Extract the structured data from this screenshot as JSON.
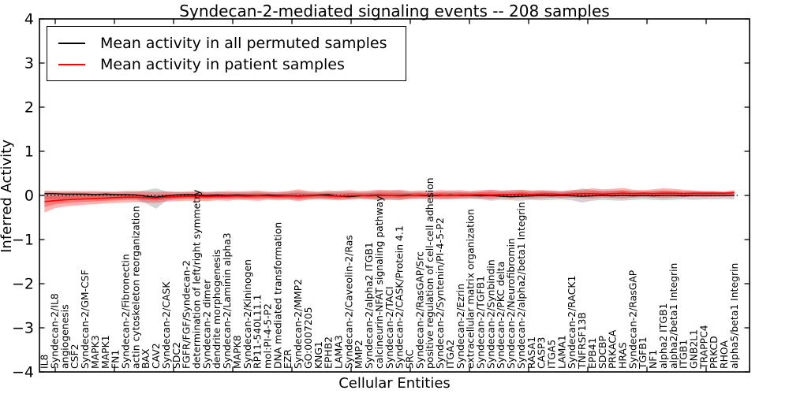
{
  "chart_data": {
    "type": "line",
    "title": "Syndecan-2-mediated signaling events -- 208 samples",
    "xlabel": "Cellular Entities",
    "ylabel": "Inferred Activity",
    "ylim": [
      -4,
      4
    ],
    "grid": false,
    "legend_position": "upper left",
    "yticks": [
      {
        "label": "4",
        "value": 4
      },
      {
        "label": "3",
        "value": 3
      },
      {
        "label": "2",
        "value": 2
      },
      {
        "label": "1",
        "value": 1
      },
      {
        "label": "0",
        "value": 0
      },
      {
        "label": "−1",
        "value": -1
      },
      {
        "label": "−2",
        "value": -2
      },
      {
        "label": "−3",
        "value": -3
      },
      {
        "label": "−4",
        "value": -4
      }
    ],
    "legend": [
      {
        "label": "Mean activity in all permuted samples",
        "color": "#000000"
      },
      {
        "label": "Mean activity in patient samples",
        "color": "#ff0000"
      }
    ],
    "categories": [
      "IL8",
      "Syndecan-2/IL8",
      "angiogenesis",
      "CSF2",
      "Syndecan-2/GM-CSF",
      "MAPK3",
      "MAPK1",
      "FN1",
      "Syndecan-2/Fibronectin",
      "actin cytoskeleton reorganization",
      "BAX",
      "CAV2",
      "Syndecan-2/CASK",
      "SDC2",
      "FGFR/FGF/Syndecan-2",
      "determination of left/right symmetry",
      "Syndecan-2 dimer",
      "dendrite morphogenesis",
      "Syndecan-2/Laminin alpha3",
      "MAPK8",
      "Syndecan-2/Kininogen",
      "RP11-540L11.1",
      "mol:PI-4-5-P2",
      "DNA mediated transformation",
      "EZR",
      "Syndecan-2/MMP2",
      "GO:0007205",
      "KNG1",
      "EPHB2",
      "LAMA3",
      "Syndecan-2/Caveolin-2/Ras",
      "MMP2",
      "Syndecan-2/alpha2 ITGB1",
      "calcineurin-NFAT signaling pathway",
      "Syndecan-2/TACI",
      "Syndecan-2/CASK/Protein 4.1",
      "SRC",
      "Syndecan-2/RasGAP/Src",
      "positive regulation of cell-cell adhesion",
      "Syndecan-2/Syntenin/PI-4-5-P2",
      "ITGA2",
      "Syndecan-2/Ezrin",
      "extracellular matrix organization",
      "Syndecan-2/TGFB1",
      "Syndecan-2/Synbindin",
      "Syndecan-2/PKC delta",
      "Syndecan-2/Neurofibromin",
      "Syndecan-2/alpha2/beta1 Integrin",
      "RASA1",
      "CASP3",
      "ITGA5",
      "LAMA1",
      "Syndecan-2/RACK1",
      "TNFRSF13B",
      "EPB41",
      "SDCBP",
      "PRKACA",
      "HRAS",
      "Syndecan-2/RasGAP",
      "TGFB1",
      "NF1",
      "alpha2 ITGB1",
      "alpha2/beta1 Integrin",
      "ITGB1",
      "GNB2L1",
      "TRAPPC4",
      "PRKCD",
      "RHOA",
      "alpha5/beta1 Integrin"
    ],
    "series": [
      {
        "name": "Mean activity in all permuted samples",
        "color": "#000000",
        "values": [
          0.04,
          0.04,
          0.03,
          0.03,
          0.03,
          0.02,
          0.03,
          0.02,
          0.02,
          0.01,
          -0.02,
          -0.04,
          -0.01,
          0.01,
          0.02,
          0.01,
          0.0,
          0.01,
          0.0,
          0.01,
          0.0,
          0.0,
          0.01,
          0.0,
          0.0,
          -0.01,
          0.0,
          0.01,
          0.02,
          -0.02,
          -0.03,
          -0.01,
          0.0,
          0.01,
          0.0,
          0.0,
          0.01,
          0.0,
          -0.01,
          0.0,
          0.01,
          0.0,
          0.0,
          -0.01,
          0.0,
          -0.02,
          -0.03,
          -0.02,
          -0.01,
          0.0,
          -0.01,
          0.0,
          -0.01,
          -0.02,
          -0.01,
          0.0,
          -0.01,
          0.0,
          -0.01,
          0.0,
          -0.01,
          0.0,
          0.0,
          -0.01,
          0.0,
          0.0,
          0.0,
          0.0,
          0.0
        ]
      },
      {
        "name": "Mean activity in patient samples",
        "color": "#ff0000",
        "values": [
          -0.14,
          -0.12,
          -0.1,
          -0.09,
          -0.08,
          -0.07,
          -0.06,
          -0.05,
          -0.04,
          -0.04,
          -0.05,
          -0.06,
          -0.04,
          -0.03,
          -0.02,
          -0.02,
          -0.03,
          -0.02,
          -0.02,
          -0.01,
          -0.02,
          -0.01,
          -0.01,
          -0.02,
          -0.01,
          -0.02,
          -0.01,
          0.0,
          -0.01,
          -0.02,
          -0.01,
          0.0,
          -0.01,
          0.0,
          0.0,
          -0.01,
          0.0,
          0.01,
          0.0,
          0.01,
          0.0,
          0.01,
          0.01,
          0.02,
          0.01,
          0.02,
          0.02,
          0.03,
          0.02,
          0.03,
          0.03,
          0.02,
          0.03,
          0.04,
          0.04,
          0.03,
          0.04,
          0.05,
          0.04,
          0.05,
          0.04,
          0.05,
          0.05,
          0.04,
          0.05,
          0.05,
          0.05,
          0.05,
          0.06
        ]
      }
    ],
    "bands": [
      {
        "name": "permuted-range",
        "color": "rgba(125,125,125,0.35)",
        "upper": [
          0.08,
          0.08,
          0.07,
          0.08,
          0.07,
          0.07,
          0.08,
          0.07,
          0.08,
          0.08,
          0.12,
          0.16,
          0.09,
          0.08,
          0.07,
          0.08,
          0.07,
          0.08,
          0.07,
          0.08,
          0.07,
          0.08,
          0.07,
          0.07,
          0.08,
          0.1,
          0.08,
          0.07,
          0.08,
          0.09,
          0.08,
          0.07,
          0.08,
          0.11,
          0.1,
          0.11,
          0.08,
          0.08,
          0.07,
          0.08,
          0.09,
          0.08,
          0.08,
          0.09,
          0.12,
          0.1,
          0.11,
          0.12,
          0.1,
          0.11,
          0.1,
          0.09,
          0.11,
          0.16,
          0.12,
          0.1,
          0.11,
          0.12,
          0.1,
          0.09,
          0.1,
          0.11,
          0.1,
          0.09,
          0.1,
          0.09,
          0.09,
          0.08,
          0.09
        ],
        "lower": [
          -0.09,
          -0.09,
          -0.08,
          -0.08,
          -0.08,
          -0.07,
          -0.08,
          -0.07,
          -0.08,
          -0.09,
          -0.18,
          -0.3,
          -0.12,
          -0.08,
          -0.07,
          -0.08,
          -0.07,
          -0.08,
          -0.07,
          -0.08,
          -0.07,
          -0.08,
          -0.07,
          -0.07,
          -0.08,
          -0.1,
          -0.08,
          -0.07,
          -0.08,
          -0.09,
          -0.08,
          -0.07,
          -0.08,
          -0.11,
          -0.1,
          -0.11,
          -0.08,
          -0.08,
          -0.07,
          -0.08,
          -0.09,
          -0.08,
          -0.08,
          -0.09,
          -0.12,
          -0.1,
          -0.11,
          -0.12,
          -0.1,
          -0.11,
          -0.1,
          -0.09,
          -0.11,
          -0.16,
          -0.12,
          -0.1,
          -0.11,
          -0.12,
          -0.1,
          -0.09,
          -0.1,
          -0.11,
          -0.1,
          -0.09,
          -0.1,
          -0.09,
          -0.09,
          -0.08,
          -0.09
        ]
      },
      {
        "name": "patient-range",
        "color": "rgba(255,0,0,0.30)",
        "upper": [
          0.11,
          0.1,
          0.1,
          0.1,
          0.1,
          0.1,
          0.09,
          0.09,
          0.1,
          0.1,
          0.09,
          0.08,
          0.09,
          0.08,
          0.09,
          0.1,
          0.08,
          0.09,
          0.1,
          0.09,
          0.1,
          0.11,
          0.09,
          0.08,
          0.1,
          0.14,
          0.1,
          0.09,
          0.11,
          0.1,
          0.12,
          0.1,
          0.11,
          0.13,
          0.12,
          0.13,
          0.1,
          0.11,
          0.1,
          0.12,
          0.11,
          0.12,
          0.1,
          0.12,
          0.13,
          0.11,
          0.12,
          0.13,
          0.11,
          0.12,
          0.11,
          0.1,
          0.12,
          0.13,
          0.16,
          0.14,
          0.15,
          0.17,
          0.13,
          0.12,
          0.14,
          0.16,
          0.15,
          0.13,
          0.11,
          0.1,
          0.1,
          0.09,
          0.12
        ],
        "lower": [
          -0.39,
          -0.29,
          -0.25,
          -0.23,
          -0.21,
          -0.2,
          -0.18,
          -0.17,
          -0.16,
          -0.15,
          -0.16,
          -0.17,
          -0.14,
          -0.13,
          -0.12,
          -0.12,
          -0.13,
          -0.11,
          -0.12,
          -0.1,
          -0.11,
          -0.12,
          -0.1,
          -0.11,
          -0.1,
          -0.13,
          -0.1,
          -0.09,
          -0.1,
          -0.11,
          -0.1,
          -0.08,
          -0.09,
          -0.1,
          -0.09,
          -0.1,
          -0.08,
          -0.07,
          -0.08,
          -0.09,
          -0.08,
          -0.07,
          -0.06,
          -0.07,
          -0.08,
          -0.06,
          -0.07,
          -0.06,
          -0.07,
          -0.06,
          -0.05,
          -0.06,
          -0.05,
          -0.06,
          -0.07,
          -0.05,
          -0.06,
          -0.07,
          -0.05,
          -0.04,
          -0.05,
          -0.06,
          -0.05,
          -0.04,
          -0.03,
          -0.04,
          -0.03,
          -0.03,
          -0.02
        ]
      }
    ],
    "zero_line": true
  }
}
